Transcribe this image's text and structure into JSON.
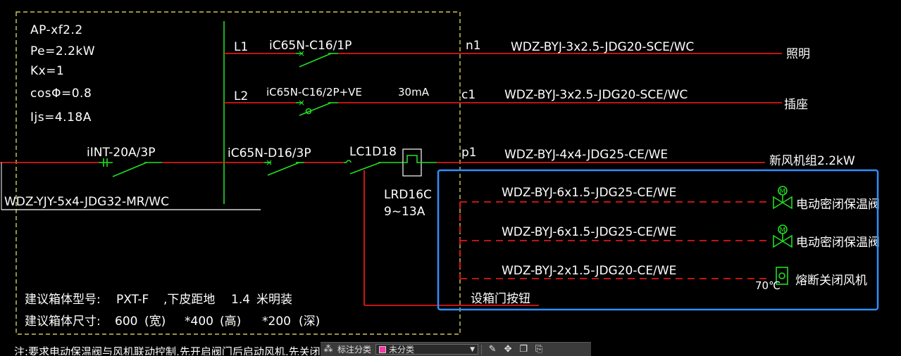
{
  "panel": {
    "lines": [
      "AP-xf2.2",
      "Pe=2.2kW",
      "Kx=1",
      "cosΦ=0.8",
      "Ijs=4.18A"
    ]
  },
  "incoming": {
    "breaker": "iINT-20A/3P",
    "cable": "WDZ-YJY-5x4-JDG32-MR/WC"
  },
  "circuits": [
    {
      "phase": "L1",
      "breaker": "iC65N-C16/1P",
      "rcd": "",
      "id": "n1",
      "cable": "WDZ-BYJ-3x2.5-JDG20-SCE/WC",
      "load": "照明"
    },
    {
      "phase": "L2",
      "breaker": "iC65N-C16/2P+VE",
      "rcd": "30mA",
      "id": "c1",
      "cable": "WDZ-BYJ-3x2.5-JDG20-SCE/WC",
      "load": "插座"
    },
    {
      "phase": "",
      "breaker": "iC65N-D16/3P",
      "contactor": "LC1D18",
      "relay": "LRD16C",
      "relay_range": "9~13A",
      "id": "p1",
      "cable": "WDZ-BYJ-4x4-JDG25-CE/WE",
      "load": "新风机组2.2kW"
    }
  ],
  "control": {
    "cables": [
      "WDZ-BYJ-6x1.5-JDG25-CE/WE",
      "WDZ-BYJ-6x1.5-JDG25-CE/WE",
      "WDZ-BYJ-2x1.5-JDG20-CE/WE"
    ],
    "loads": [
      "电动密闭保温阀",
      "电动密闭保温阀",
      "熔断关闭风机"
    ],
    "motor_symbol": "M",
    "temp": "70℃",
    "door_button": "设箱门按钮"
  },
  "box": {
    "row1": {
      "label": "建议箱体型号:",
      "model": "PXT-F",
      "install": ",下皮距地",
      "height": "1.4",
      "mount": "米明装"
    },
    "row2": {
      "label": "建议箱体尺寸:",
      "w": "600",
      "w_unit": "(宽)",
      "h": "*400",
      "h_unit": "(高)",
      "d": "*200",
      "d_unit": "(深)"
    }
  },
  "note": "注:要求电动保温阀与风机联动控制,先开启阀门后启动风机,先关闭风",
  "toolbar": {
    "label": "标注分类",
    "selected": "未分类",
    "swatch_color": "#ff33aa"
  },
  "colors": {
    "power": "#ff1a1a",
    "switch": "#22dd22",
    "boundary": "#f0f06a",
    "selection": "#2f8fff"
  }
}
